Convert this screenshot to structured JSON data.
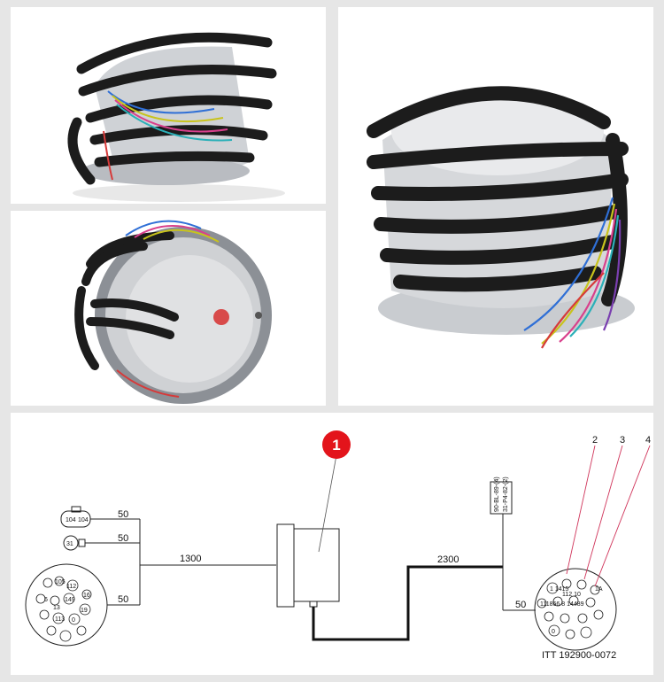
{
  "photos": {
    "top_left": "photo-side-view",
    "mid_left": "photo-rear-view",
    "right": "photo-three-quarter-view"
  },
  "diagram": {
    "callout_number": "1",
    "callout_color": "#e3141b",
    "len_1300": "1300",
    "len_2300": "2300",
    "len_50_a": "50",
    "len_50_b": "50",
    "len_50_c": "50",
    "len_50_d": "50",
    "conn_top_a": "104",
    "conn_top_b": "104",
    "conn_small": "31",
    "pin_labels_left": [
      "105",
      "6",
      "112",
      "16",
      "13",
      "149",
      "19",
      "0",
      "113"
    ],
    "tag_line1": "90-BL-89-(4)",
    "tag_line2": "31-P4-82-(2)",
    "pointer_2": "2",
    "pointer_3": "3",
    "pointer_4": "4",
    "right_conn_row1": "1 1415",
    "right_conn_row2": "112 10",
    "right_conn_row3": "111866 8 14489",
    "right_conn_pin": "0",
    "right_conn_1a": "1A",
    "part_number": "ITT 192900-0072"
  }
}
